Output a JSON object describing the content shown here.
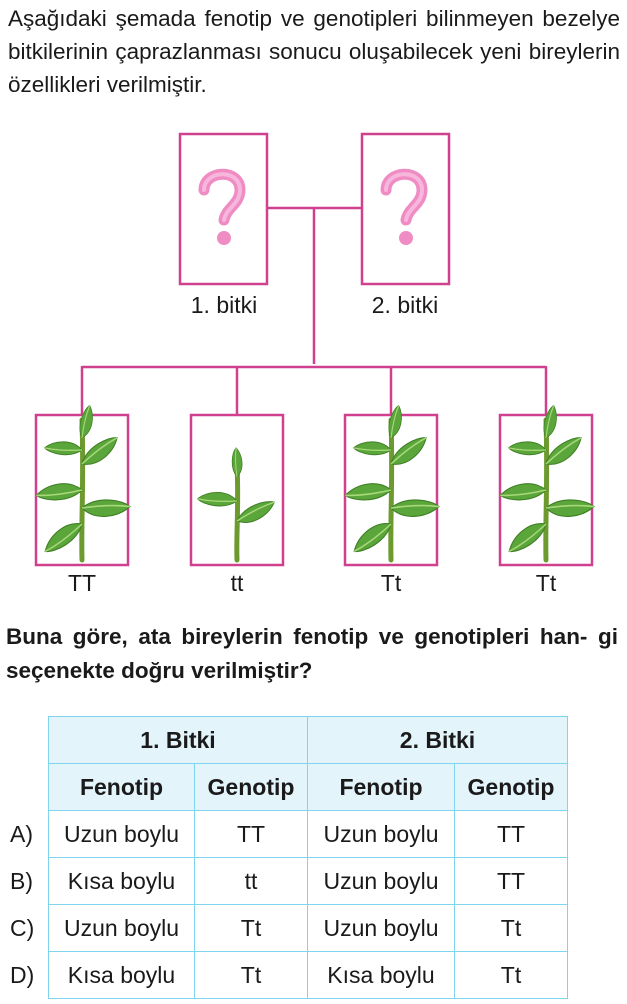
{
  "intro": {
    "line1": "Aşağıdaki şemada fenotip ve genotipleri bilinmeyen",
    "line2": "bezelye bitkilerinin çaprazlanması sonucu oluşabilecek",
    "line3": "yeni bireylerin özellikleri verilmiştir."
  },
  "parents": [
    {
      "label": "1. bitki",
      "icon": "question-mark-icon"
    },
    {
      "label": "2. bitki",
      "icon": "question-mark-icon"
    }
  ],
  "offspring": [
    {
      "genotype": "TT",
      "height": "tall"
    },
    {
      "genotype": "tt",
      "height": "short"
    },
    {
      "genotype": "Tt",
      "height": "tall"
    },
    {
      "genotype": "Tt",
      "height": "tall"
    }
  ],
  "colors": {
    "frame": "#d0408f",
    "question": "#f08cc4",
    "leaf": "#5aa63a",
    "stem": "#6d9a2e",
    "table_border": "#7fd4ee",
    "table_header": "#e4f4fb"
  },
  "question": {
    "line1": "Buna göre, ata bireylerin fenotip ve genotipleri han-",
    "line2": "gi seçenekte doğru verilmiştir?"
  },
  "table": {
    "group_headers": [
      "1. Bitki",
      "2. Bitki"
    ],
    "sub_headers": [
      "Fenotip",
      "Genotip",
      "Fenotip",
      "Genotip"
    ],
    "rows": [
      {
        "letter": "A)",
        "cells": [
          "Uzun boylu",
          "TT",
          "Uzun boylu",
          "TT"
        ]
      },
      {
        "letter": "B)",
        "cells": [
          "Kısa boylu",
          "tt",
          "Uzun boylu",
          "TT"
        ]
      },
      {
        "letter": "C)",
        "cells": [
          "Uzun boylu",
          "Tt",
          "Uzun boylu",
          "Tt"
        ]
      },
      {
        "letter": "D)",
        "cells": [
          "Kısa boylu",
          "Tt",
          "Kısa boylu",
          "Tt"
        ]
      }
    ]
  }
}
